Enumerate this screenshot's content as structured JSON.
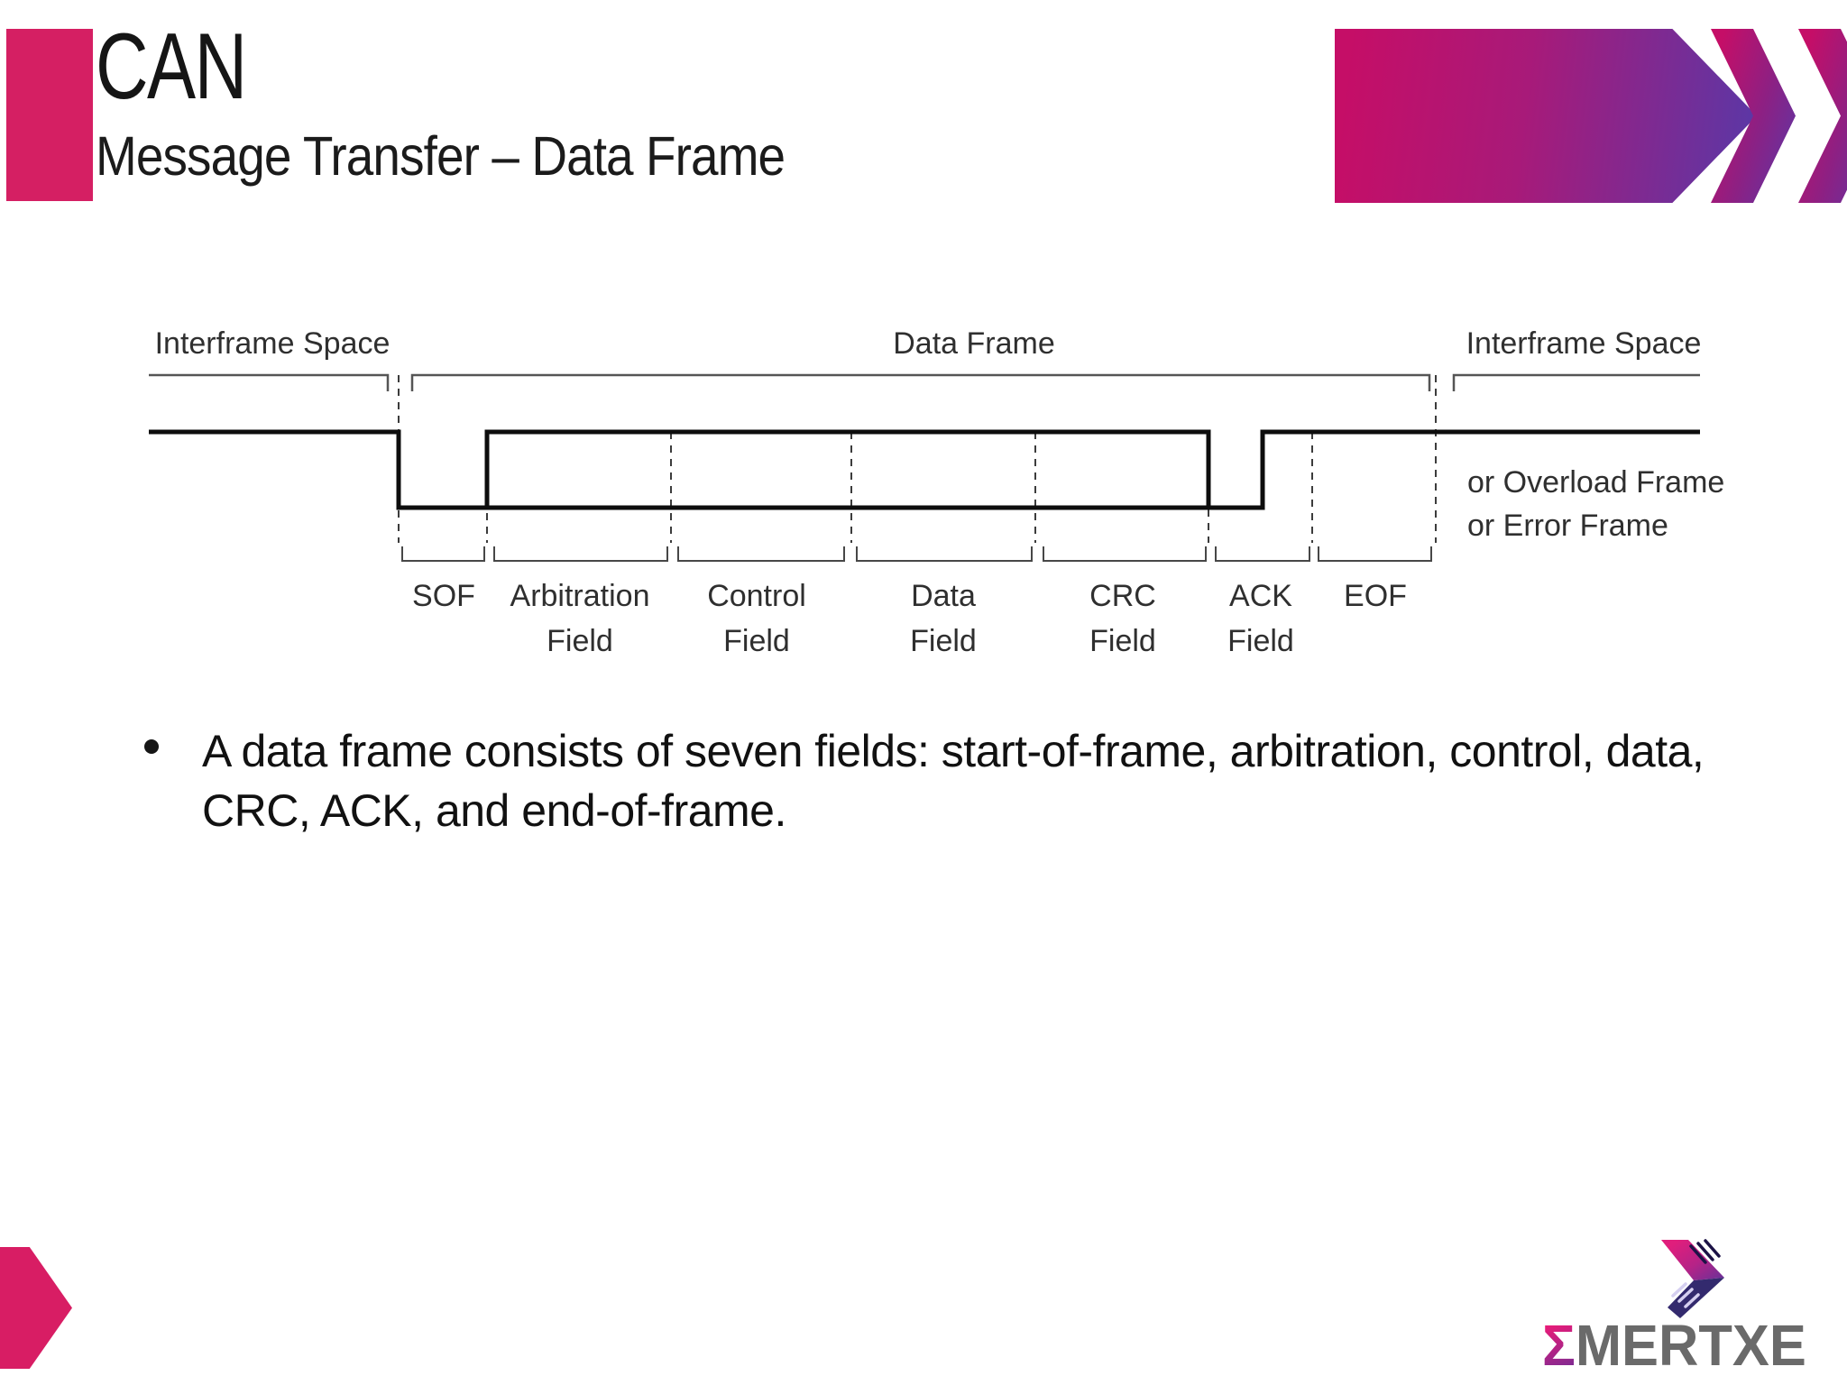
{
  "header": {
    "title": "CAN",
    "subtitle": "Message Transfer – Data Frame"
  },
  "diagram": {
    "interframe_left": "Interframe Space",
    "data_frame": "Data Frame",
    "interframe_right": "Interframe Space",
    "alt_note": {
      "line1": "or Overload Frame",
      "line2": "or Error Frame"
    },
    "fields": [
      {
        "top": "SOF",
        "bottom": ""
      },
      {
        "top": "Arbitration",
        "bottom": "Field"
      },
      {
        "top": "Control",
        "bottom": "Field"
      },
      {
        "top": "Data",
        "bottom": "Field"
      },
      {
        "top": "CRC",
        "bottom": "Field"
      },
      {
        "top": "ACK",
        "bottom": "Field"
      },
      {
        "top": "EOF",
        "bottom": ""
      }
    ]
  },
  "body": {
    "bullet": "A data frame consists of seven fields: start-of-frame, arbitration, control, data, CRC, ACK, and end-of-frame."
  },
  "logo": {
    "sigma": "Σ",
    "wordmark": "MERTXE"
  },
  "colors": {
    "accent_pink": "#d51f63",
    "arrow_gradient_start": "#c50e67",
    "arrow_gradient_end": "#5e36a4",
    "logo_gray": "#6a6a6a",
    "logo_navy": "#332a6e",
    "logo_magenta": "#e01e7c"
  }
}
